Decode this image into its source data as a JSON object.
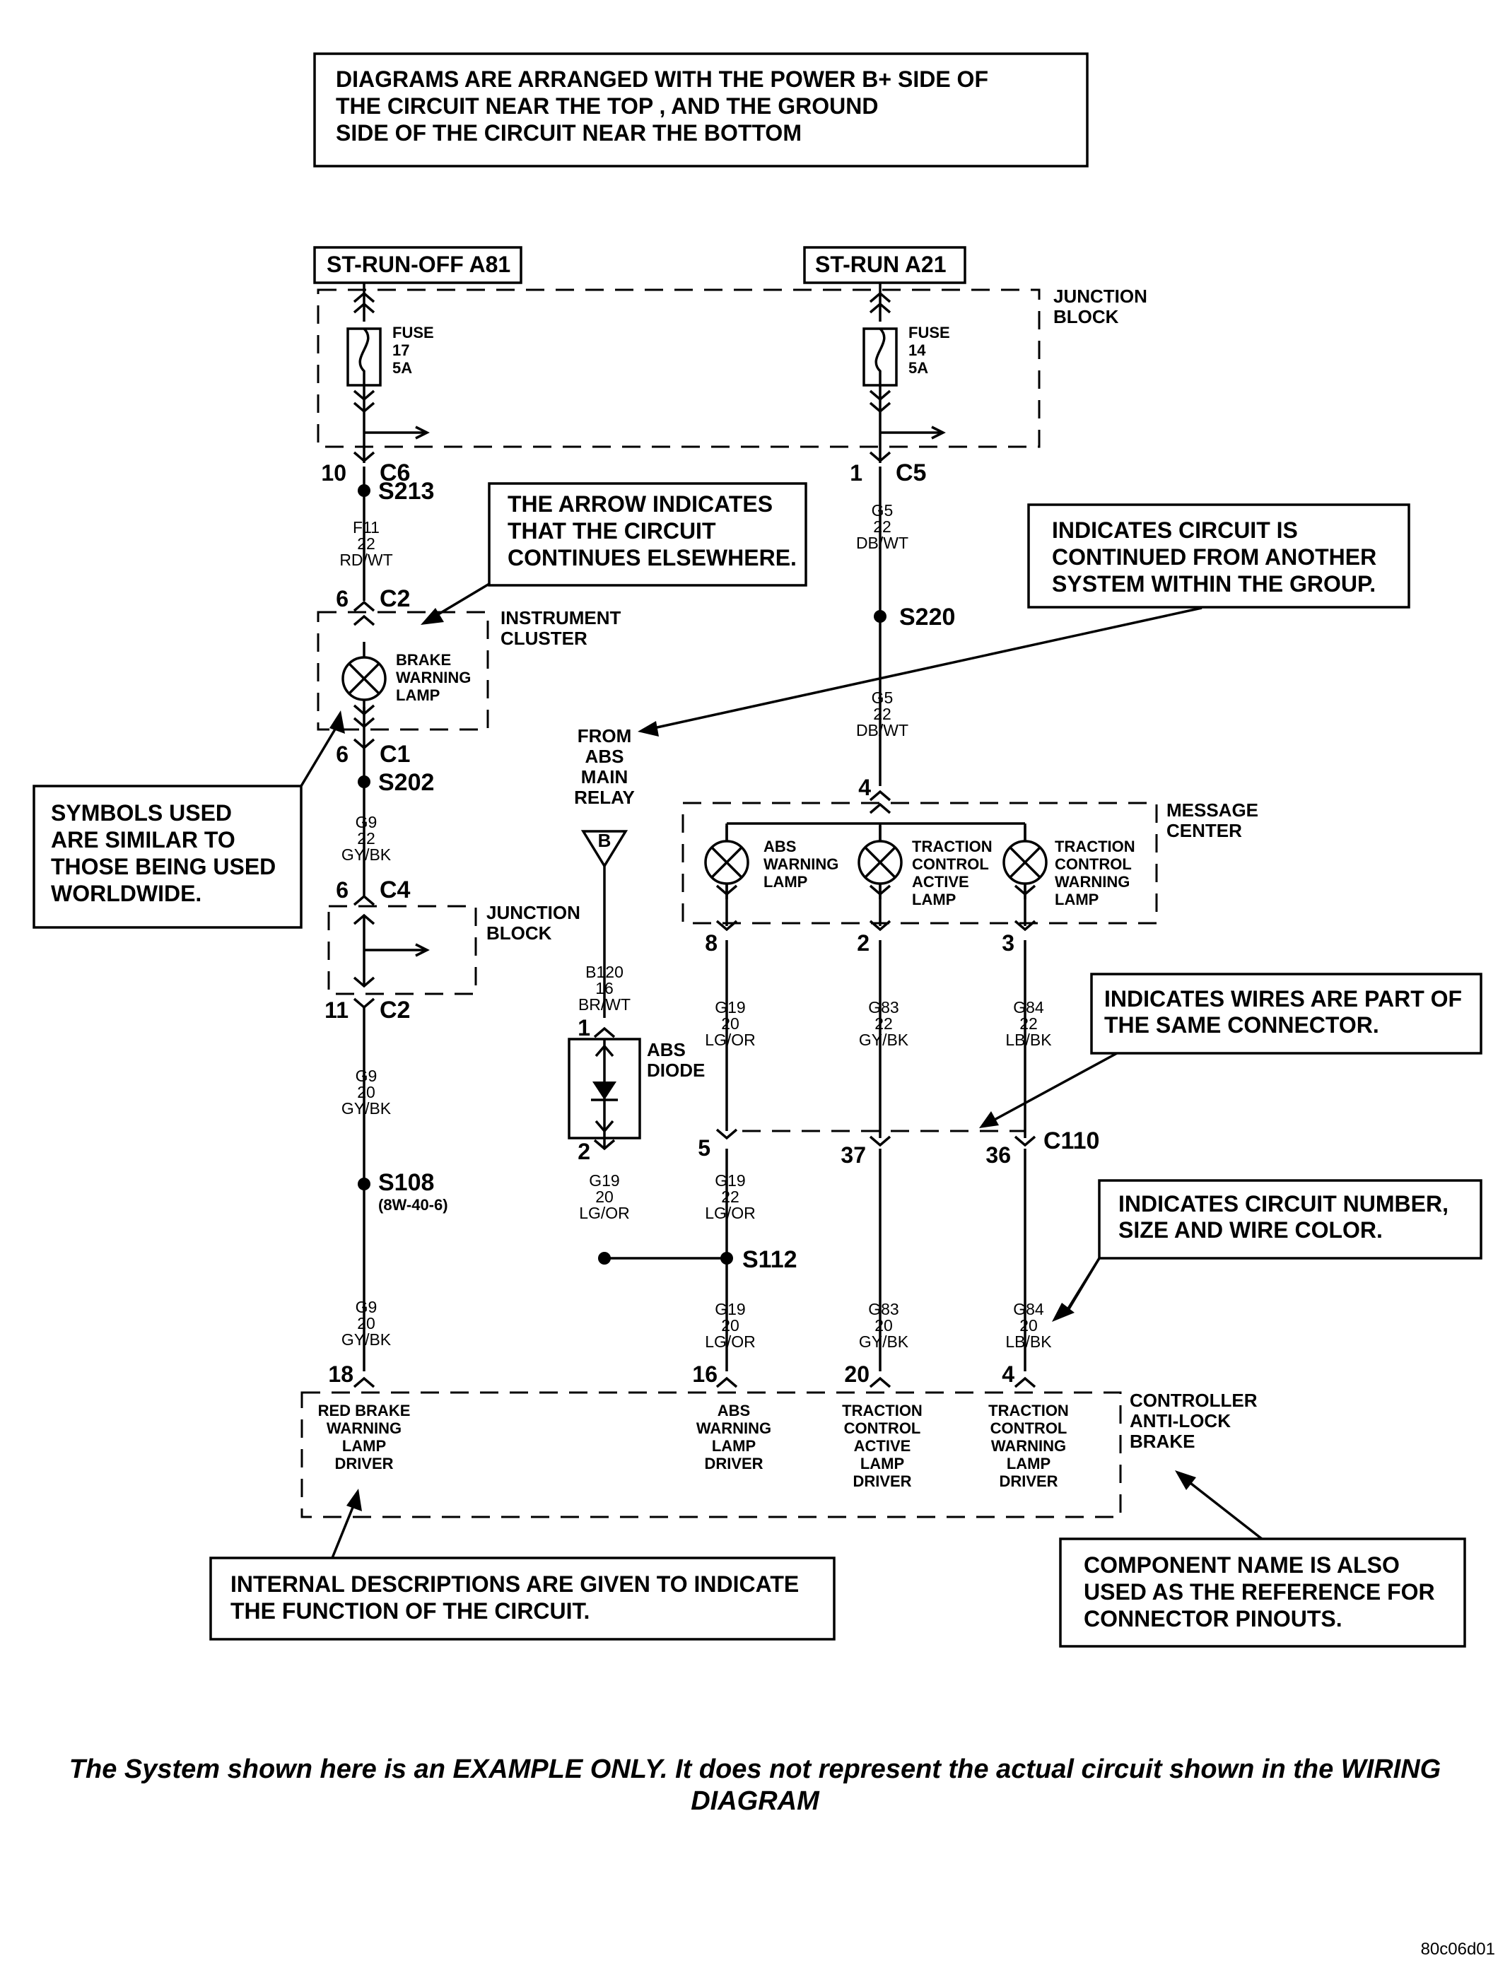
{
  "notes": {
    "top": [
      "DIAGRAMS ARE ARRANGED WITH THE POWER B+ SIDE OF",
      "THE CIRCUIT NEAR THE TOP , AND THE GROUND",
      "SIDE OF THE CIRCUIT NEAR THE BOTTOM"
    ],
    "arrow": [
      "THE ARROW INDICATES",
      "THAT THE CIRCUIT",
      "CONTINUES ELSEWHERE."
    ],
    "continued": [
      "INDICATES CIRCUIT IS",
      "CONTINUED FROM ANOTHER",
      "SYSTEM WITHIN THE GROUP."
    ],
    "symbols": [
      "SYMBOLS USED",
      "ARE SIMILAR TO",
      "THOSE BEING USED",
      "WORLDWIDE."
    ],
    "same_connector": [
      "INDICATES WIRES ARE PART OF",
      "THE SAME CONNECTOR."
    ],
    "circuit_number": [
      "INDICATES CIRCUIT NUMBER,",
      "SIZE AND WIRE COLOR."
    ],
    "internal": [
      "INTERNAL DESCRIPTIONS ARE GIVEN TO INDICATE",
      "THE FUNCTION OF THE CIRCUIT."
    ],
    "component": [
      "COMPONENT NAME IS ALSO",
      "USED AS THE REFERENCE FOR",
      "CONNECTOR PINOUTS."
    ]
  },
  "power": {
    "left": "ST-RUN-OFF A81",
    "right": "ST-RUN A21"
  },
  "junction_block": [
    "JUNCTION",
    "BLOCK"
  ],
  "fuses": {
    "left": [
      "FUSE",
      "17",
      "5A"
    ],
    "right": [
      "FUSE",
      "14",
      "5A"
    ]
  },
  "connectors": {
    "c6": {
      "pin": "10",
      "name": "C6"
    },
    "c5": {
      "pin": "1",
      "name": "C5"
    },
    "c2_top": {
      "pin": "6",
      "name": "C2"
    },
    "c1": {
      "pin": "6",
      "name": "C1"
    },
    "c4": {
      "pin": "6",
      "name": "C4"
    },
    "c2_bottom": {
      "pin": "11",
      "name": "C2"
    },
    "c110": {
      "name": "C110",
      "pins": [
        "5",
        "37",
        "36"
      ]
    },
    "msg_in": "4",
    "msg_out": [
      "8",
      "2",
      "3"
    ],
    "diode_pins": [
      "1",
      "2"
    ],
    "controller_pins": [
      "18",
      "16",
      "20",
      "4"
    ]
  },
  "splices": {
    "s213": "S213",
    "s220": "S220",
    "s202": "S202",
    "s108": "S108",
    "s108_ref": "(8W-40-6)",
    "s112": "S112"
  },
  "wires": {
    "f11": [
      "F11",
      "22",
      "RD/WT"
    ],
    "g5_a": [
      "G5",
      "22",
      "DB/WT"
    ],
    "g5_b": [
      "G5",
      "22",
      "DB/WT"
    ],
    "g9_a": [
      "G9",
      "22",
      "GY/BK"
    ],
    "g9_b": [
      "G9",
      "20",
      "GY/BK"
    ],
    "g9_c": [
      "G9",
      "20",
      "GY/BK"
    ],
    "b120": [
      "B120",
      "16",
      "BR/WT"
    ],
    "g19_diode": [
      "G19",
      "20",
      "LG/OR"
    ],
    "g19_a": [
      "G19",
      "20",
      "LG/OR"
    ],
    "g19_b": [
      "G19",
      "22",
      "LG/OR"
    ],
    "g19_c": [
      "G19",
      "20",
      "LG/OR"
    ],
    "g83_a": [
      "G83",
      "22",
      "GY/BK"
    ],
    "g83_b": [
      "G83",
      "20",
      "GY/BK"
    ],
    "g84_a": [
      "G84",
      "22",
      "LB/BK"
    ],
    "g84_b": [
      "G84",
      "20",
      "LB/BK"
    ]
  },
  "instrument_cluster": [
    "INSTRUMENT",
    "CLUSTER"
  ],
  "brake_lamp": [
    "BRAKE",
    "WARNING",
    "LAMP"
  ],
  "abs_relay": [
    "FROM",
    "ABS",
    "MAIN",
    "RELAY"
  ],
  "relay_symbol": "B",
  "abs_diode": [
    "ABS",
    "DIODE"
  ],
  "message_center": [
    "MESSAGE",
    "CENTER"
  ],
  "lamps": {
    "abs": [
      "ABS",
      "WARNING",
      "LAMP"
    ],
    "tca": [
      "TRACTION",
      "CONTROL",
      "ACTIVE",
      "LAMP"
    ],
    "tcw": [
      "TRACTION",
      "CONTROL",
      "WARNING",
      "LAMP"
    ]
  },
  "controller": {
    "name": [
      "CONTROLLER",
      "ANTI-LOCK",
      "BRAKE"
    ],
    "drivers": {
      "red": [
        "RED BRAKE",
        "WARNING",
        "LAMP",
        "DRIVER"
      ],
      "abs": [
        "ABS",
        "WARNING",
        "LAMP",
        "DRIVER"
      ],
      "tca": [
        "TRACTION",
        "CONTROL",
        "ACTIVE",
        "LAMP",
        "DRIVER"
      ],
      "tcw": [
        "TRACTION",
        "CONTROL",
        "WARNING",
        "LAMP",
        "DRIVER"
      ]
    }
  },
  "footer": [
    "The System shown here is an EXAMPLE ONLY. It does not represent the actual circuit shown in the WIRING",
    "DIAGRAM"
  ],
  "code": "80c06d01"
}
